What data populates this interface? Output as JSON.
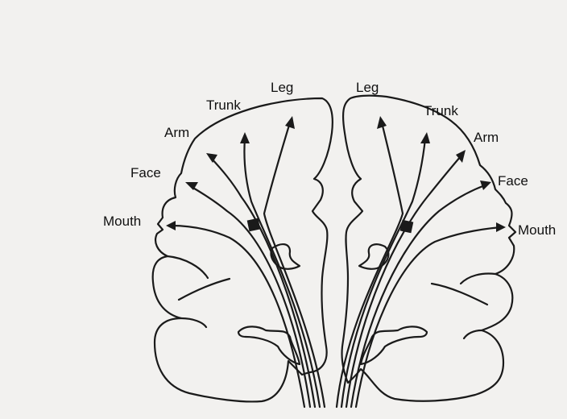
{
  "labels": {
    "left": {
      "mouth": "Mouth",
      "face": "Face",
      "arm": "Arm",
      "trunk": "Trunk",
      "leg": "Leg"
    },
    "right": {
      "mouth": "Mouth",
      "face": "Face",
      "arm": "Arm",
      "trunk": "Trunk",
      "leg": "Leg"
    }
  },
  "colors": {
    "background": "#f2f1ef",
    "ink": "#1a1a1a"
  }
}
